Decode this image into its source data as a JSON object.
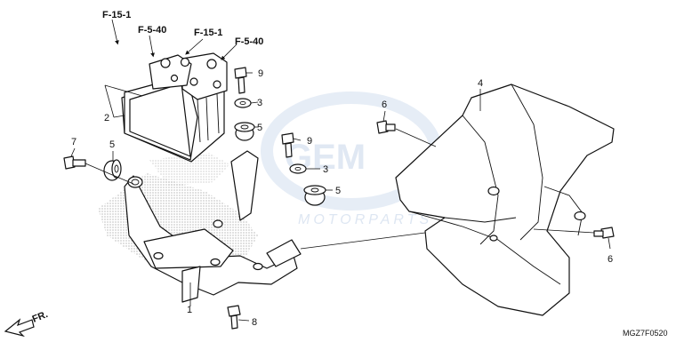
{
  "watermark": {
    "main": "GEM",
    "sub": "MOTORPARTS"
  },
  "references": [
    "F-15-1",
    "F-5-40",
    "F-15-1",
    "F-5-40"
  ],
  "callouts": [
    "1",
    "2",
    "3",
    "3",
    "4",
    "5",
    "5",
    "5",
    "6",
    "6",
    "7",
    "8",
    "9",
    "9"
  ],
  "direction_label": "FR.",
  "diagram_code": "MGZ7F0520"
}
